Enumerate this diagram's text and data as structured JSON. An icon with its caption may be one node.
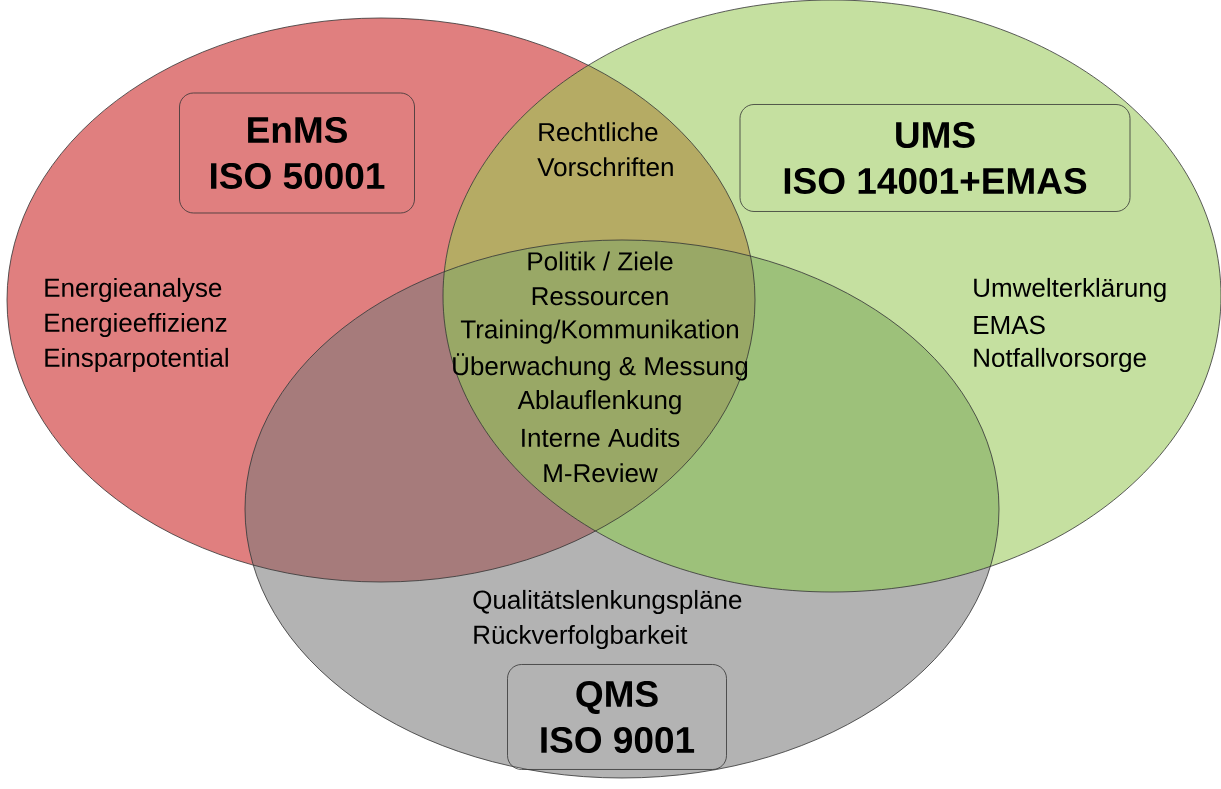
{
  "diagram": {
    "nodes": [
      {
        "text": [
          "Energieanalyse",
          "Energieeffizienz",
          "Einsparpotential"
        ]
      },
      {
        "text": [
          "EnMS",
          "ISO 50001"
        ],
        "in": 0
      },
      {
        "text": [
          "Umwelterklärung",
          "EMAS",
          "Notfallvorsorge"
        ]
      },
      {
        "text": [
          "UMS",
          "ISO 14001+EMAS"
        ],
        "in": 2
      },
      {
        "text": [
          "Qualitätslenkungspläne",
          "Rückverfolgbarkeit"
        ]
      },
      {
        "text": [
          "QMS",
          "ISO 9001"
        ],
        "in": 4
      }
    ],
    "labels": [
      "Rechtliche Vorschriften",
      "Politik / Ziele",
      "Ressourcen",
      "Training/Kommunikation",
      "Überwachung & Messung",
      "Ablauflenkung",
      "Interne Audits",
      "M-Review"
    ]
  }
}
